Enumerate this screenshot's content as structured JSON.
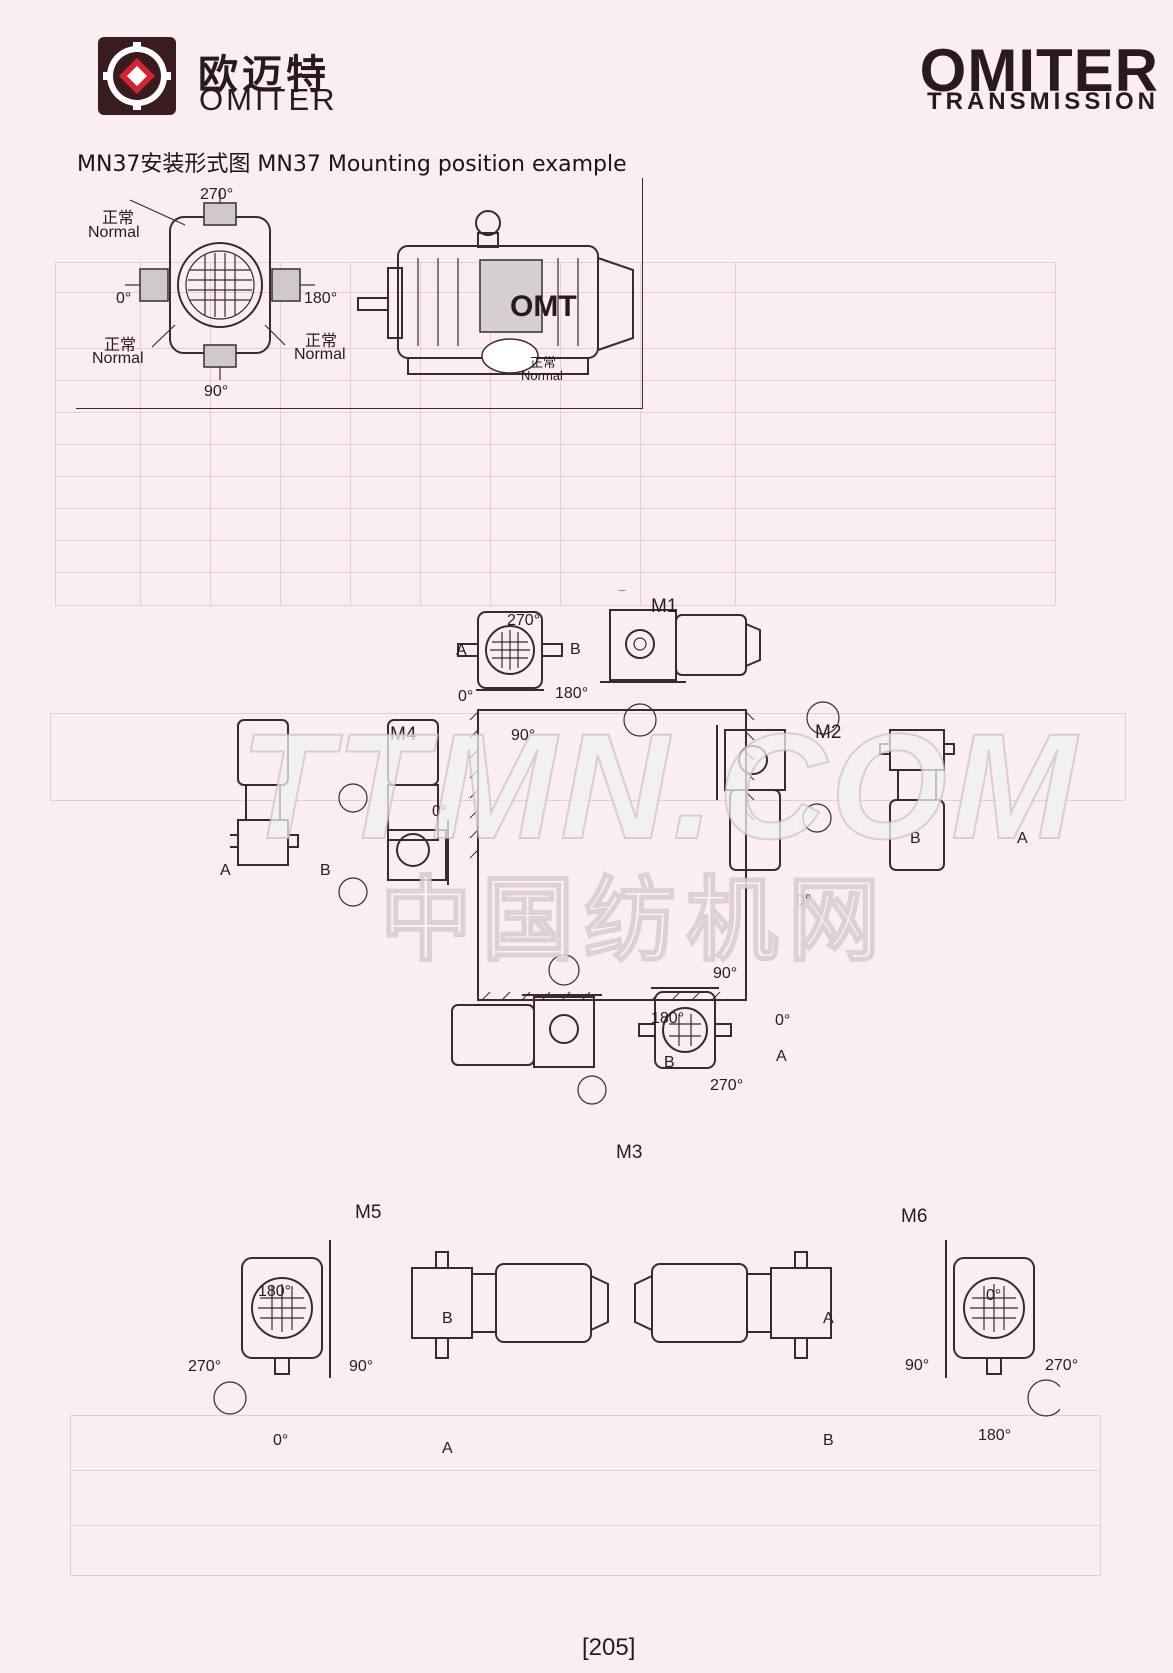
{
  "header": {
    "brand_cn": "欧迈特",
    "brand_en": "OMITER",
    "corner_brand": "OMITER",
    "corner_sub": "TRANSMISSION"
  },
  "title": "MN37安装形式图  MN37 Mounting position example",
  "example": {
    "angle_270": "270°",
    "angle_0": "0°",
    "angle_180": "180°",
    "angle_90": "90°",
    "normal_cn": "正常",
    "normal_en": "Normal",
    "badge_text": "OMT"
  },
  "positions": {
    "m1": "M1",
    "m2": "M2",
    "m3": "M3",
    "m4": "M4",
    "m5": "M5",
    "m6": "M6",
    "a": "A",
    "b": "B",
    "deg0": "0°",
    "deg90": "90°",
    "deg180": "180°",
    "deg270": "270°"
  },
  "watermark": {
    "latin": "TTMN.COM",
    "cn": "中国纺机网"
  },
  "page_number": "[205]",
  "colors": {
    "background": "#fbeef0",
    "accent": "#e02a3a",
    "ink": "#2a1a1e"
  }
}
